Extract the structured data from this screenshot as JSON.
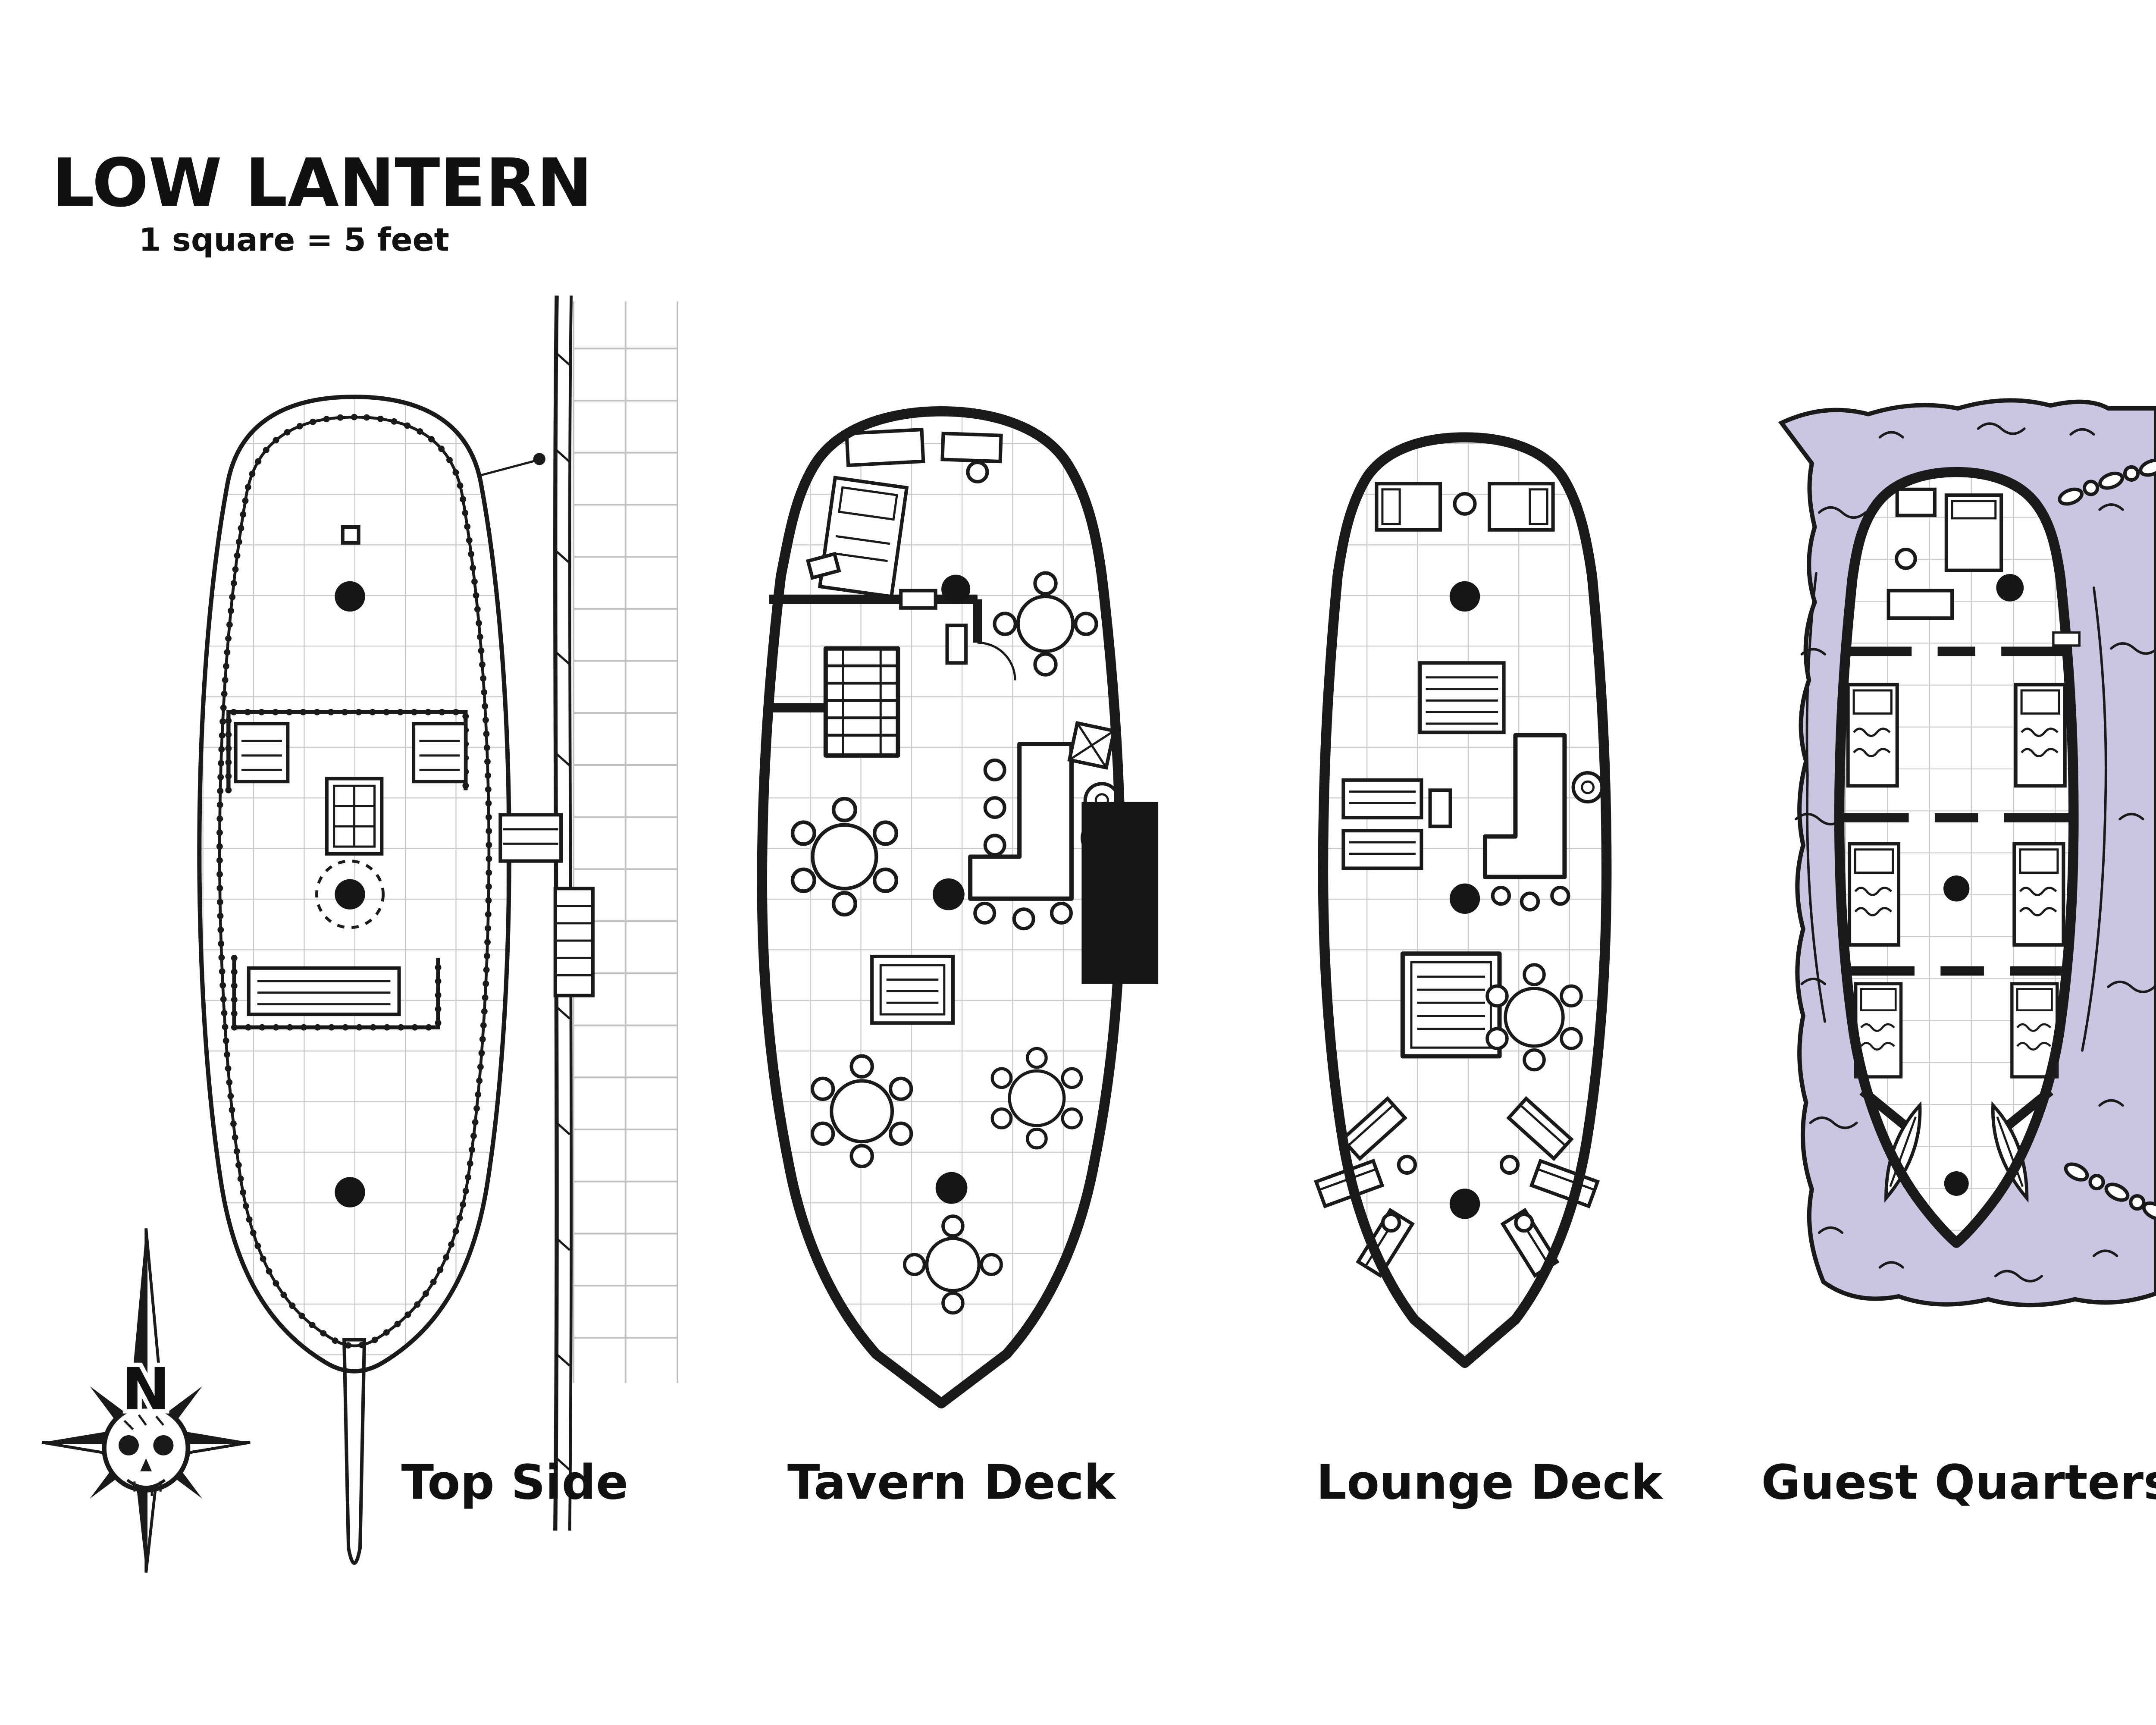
{
  "title": "LOW LANTERN",
  "scale_note": "1 square = 5 feet",
  "compass": {
    "label": "N"
  },
  "decks": [
    {
      "label": "Top Side"
    },
    {
      "label": "Tavern Deck"
    },
    {
      "label": "Lounge Deck"
    },
    {
      "label": "Guest Quarters"
    }
  ],
  "colors": {
    "ink": "#1a1a1a",
    "paper": "#ffffff",
    "grid_line": "#c9c9c9",
    "dock_stone": "#c0c0c0",
    "water": "#c9c6e2"
  }
}
